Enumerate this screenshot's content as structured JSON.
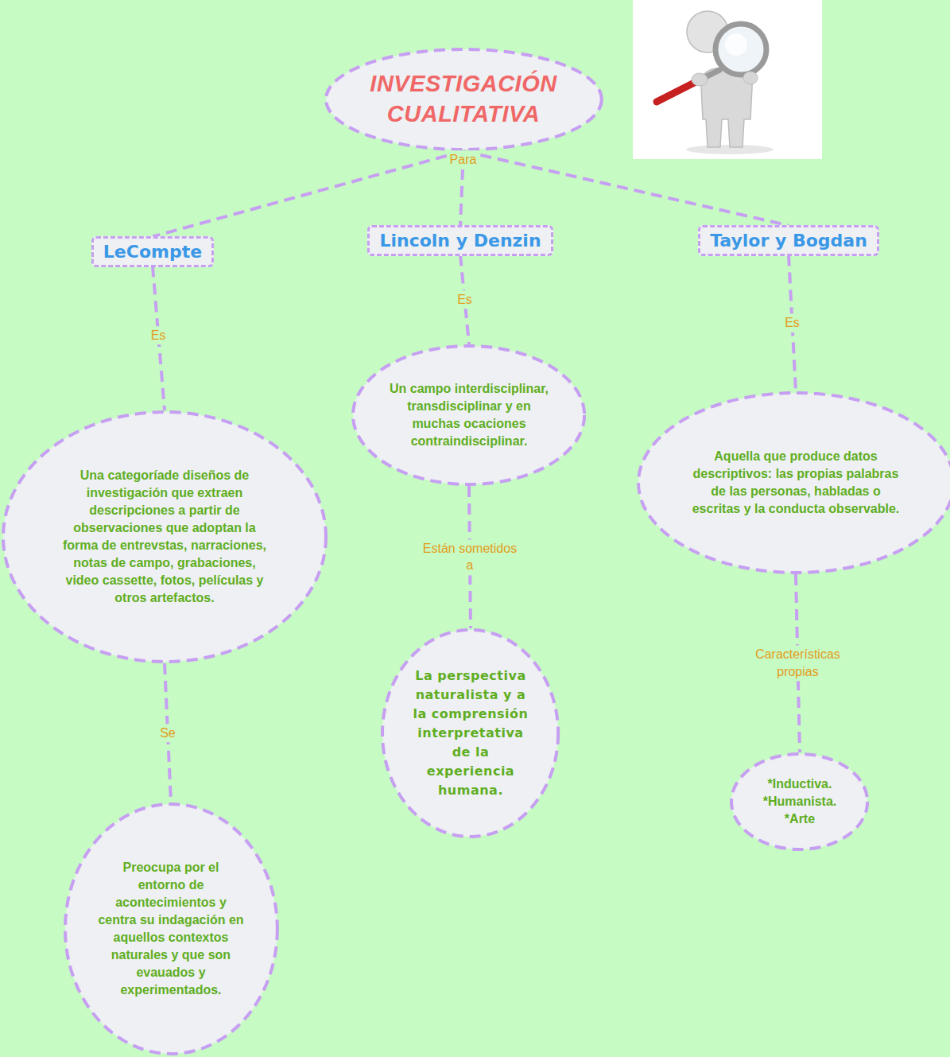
{
  "diagram": {
    "nodes": [
      {
        "text": [
          "INVESTIGACIÓN CUALITATIVA"
        ]
      },
      {
        "text": [
          "LeCompte"
        ]
      },
      {
        "text": [
          "Lincoln y Denzin"
        ]
      },
      {
        "text": [
          "Taylor y Bogdan"
        ]
      },
      {
        "text": [
          "Una categoríade diseños de investigación que extraen descripciones a partir de observaciones que adoptan la forma de entrevstas, narraciones, notas de campo, grabaciones, video cassette, fotos, películas y otros artefactos."
        ]
      },
      {
        "text": [
          "Un campo interdisciplinar, transdisciplinar y en muchas ocaciones contraindisciplinar."
        ]
      },
      {
        "text": [
          "Aquella que produce datos descriptivos: las propias palabras de las personas, habladas o escritas y la conducta observable."
        ]
      },
      {
        "text": [
          "Preocupa por el entorno de acontecimientos y centra su indagación en aquellos contextos naturales y que son evauados y experimentados."
        ]
      },
      {
        "text": [
          "La perspectiva naturalista y a la comprensión interpretativa de la experiencia humana."
        ]
      },
      {
        "text": [
          "*Inductiva. *Humanista. *Arte"
        ]
      }
    ],
    "edges": [
      {
        "from": 0,
        "to": 1,
        "arrow": "none"
      },
      {
        "from": 0,
        "to": 2,
        "label": "Para",
        "arrow": "none"
      },
      {
        "from": 0,
        "to": 3,
        "arrow": "none"
      },
      {
        "from": 1,
        "to": 4,
        "label": "Es",
        "arrow": "none"
      },
      {
        "from": 2,
        "to": 5,
        "label": "Es",
        "arrow": "none"
      },
      {
        "from": 3,
        "to": 6,
        "label": "Es",
        "arrow": "none"
      },
      {
        "from": 4,
        "to": 7,
        "label": "Se",
        "arrow": "none"
      },
      {
        "from": 5,
        "to": 8,
        "label": "Están sometidos a",
        "arrow": "none"
      },
      {
        "from": 6,
        "to": 9,
        "label": "Características propias",
        "arrow": "none"
      }
    ]
  }
}
